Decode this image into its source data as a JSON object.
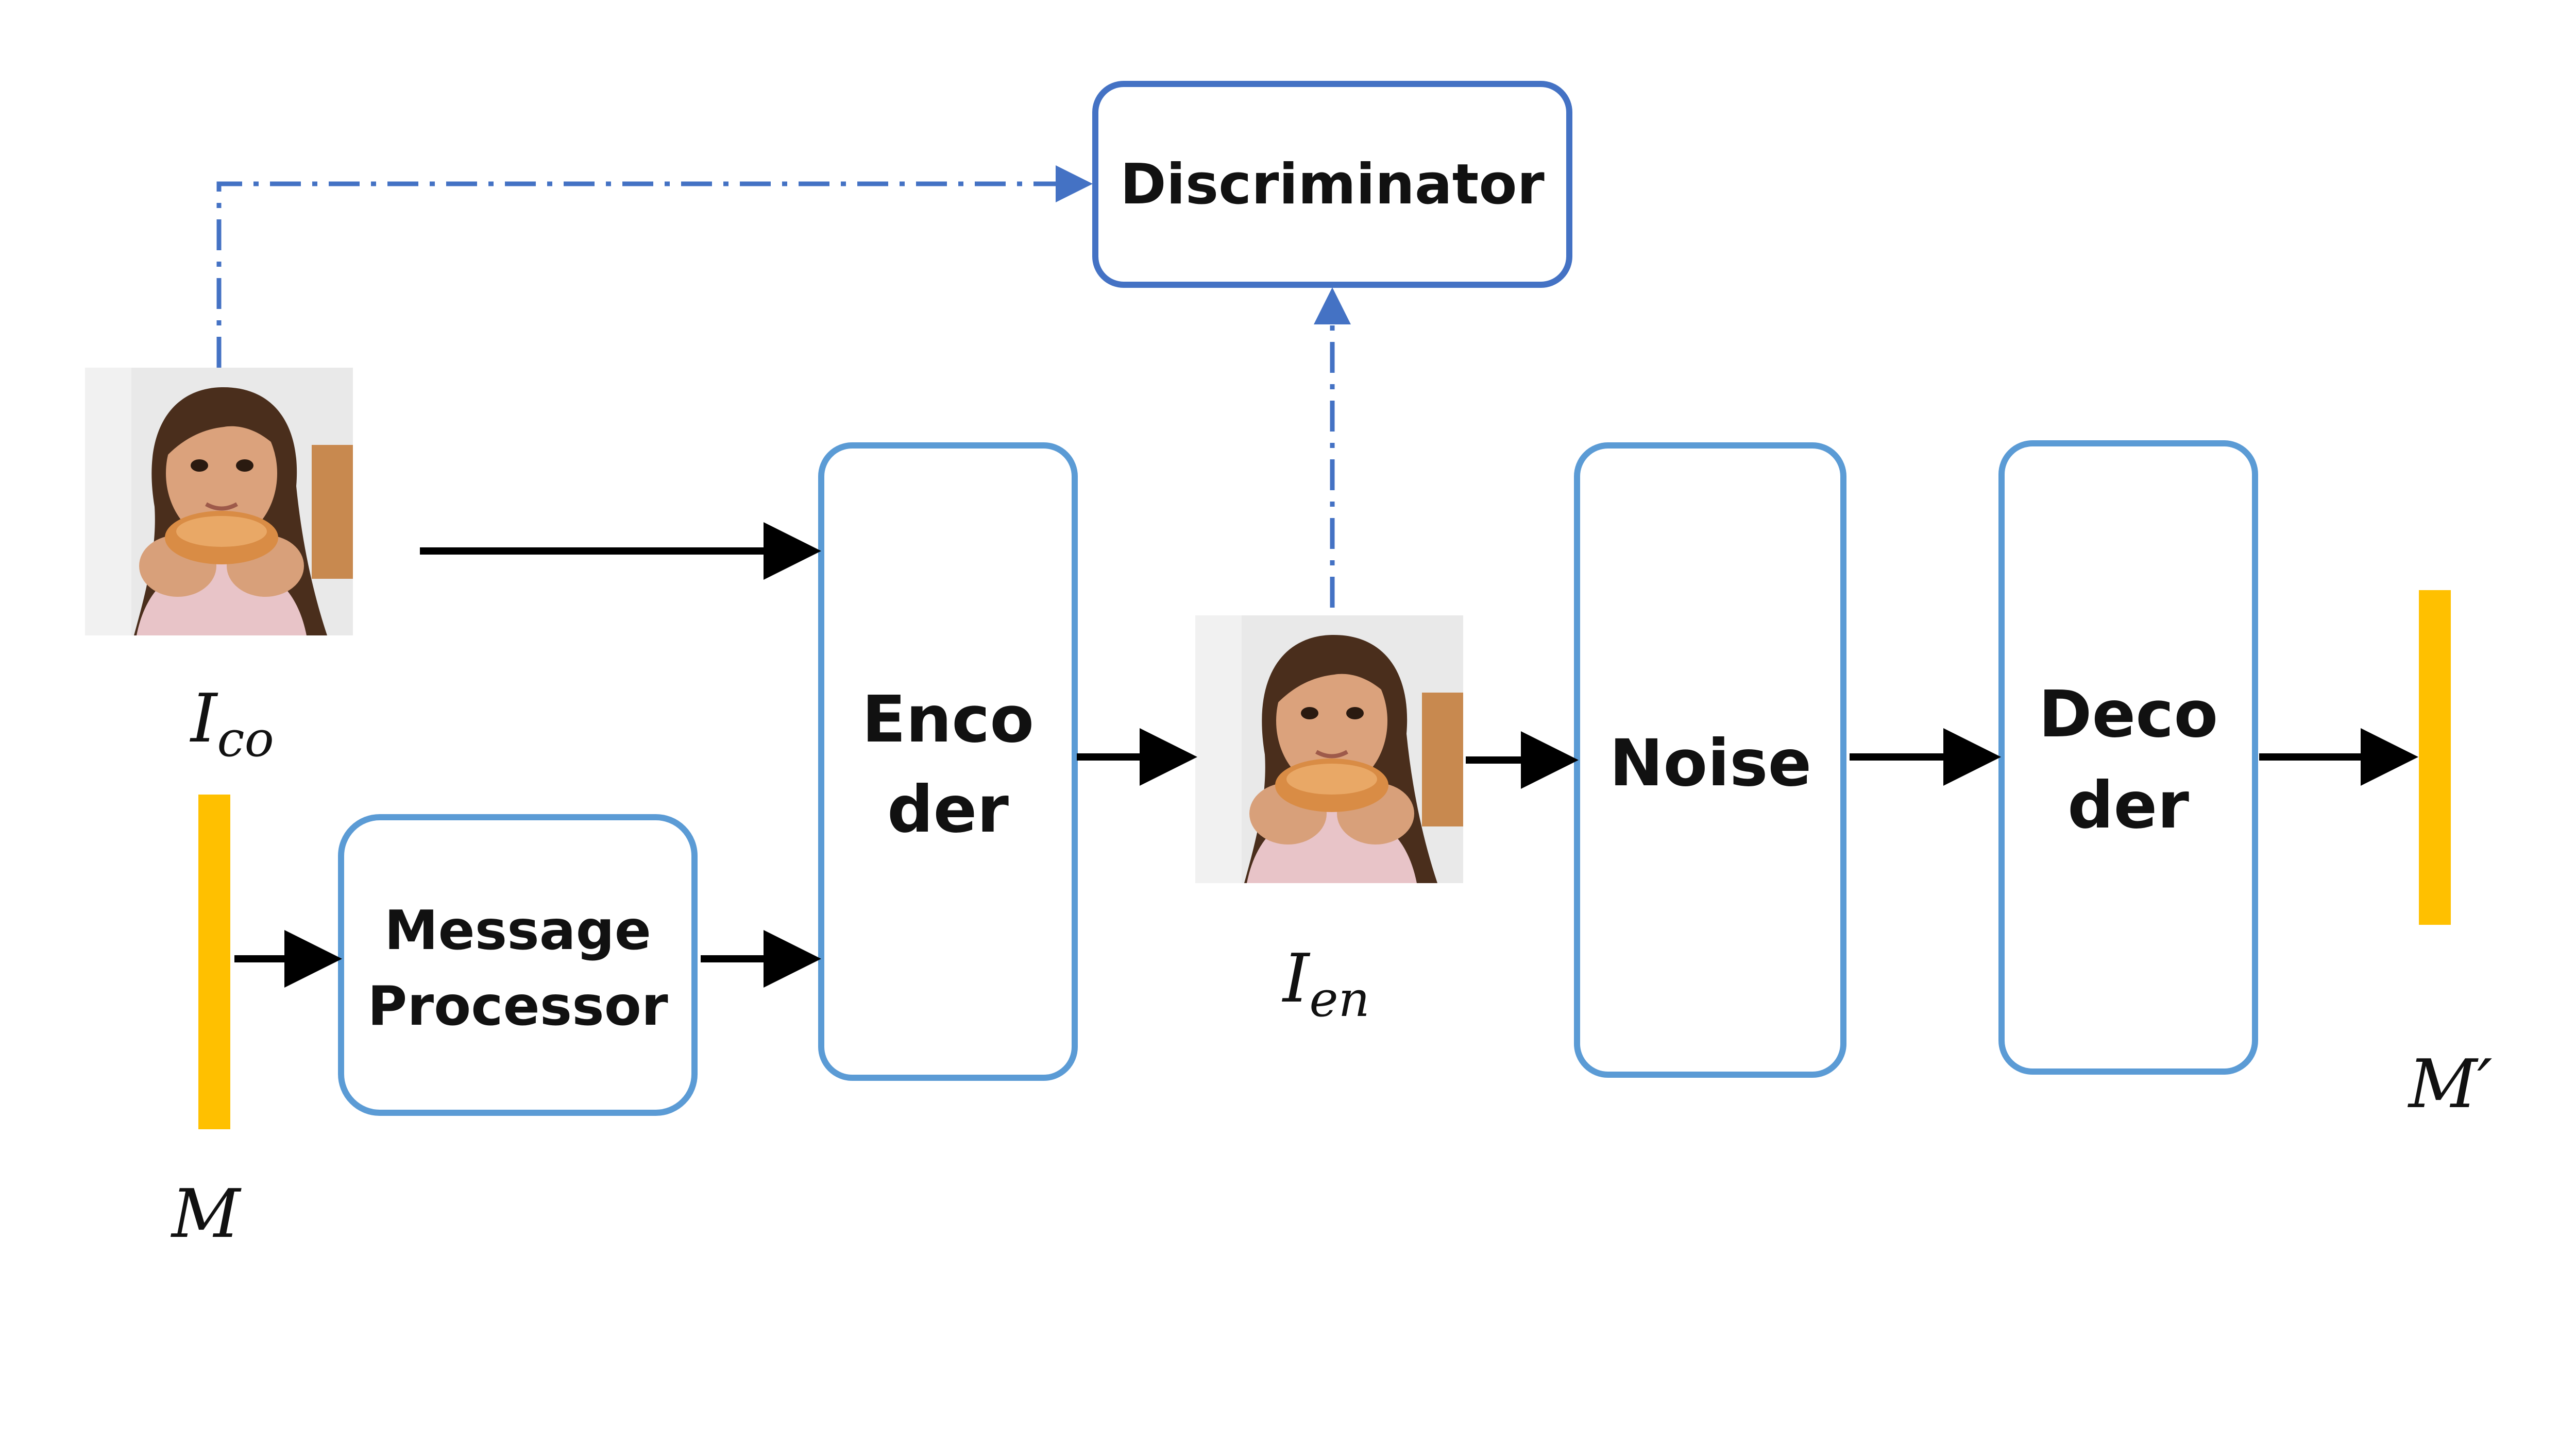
{
  "colors": {
    "module_border_light": "#5B9BD5",
    "module_border_dark": "#4472C4",
    "message_bar": "#FFC000",
    "solid_arrow": "#000000",
    "dashdot_arrow": "#4472C4",
    "photo_background": "#E9E9E9",
    "photo_skin": "#D8A07A",
    "photo_hair": "#4A2E1C",
    "photo_bread": "#D98C45",
    "photo_clothing": "#E8C4C8"
  },
  "modules": {
    "discriminator": "Discriminator",
    "encoder_line1": "Enco",
    "encoder_line2": "der",
    "noise": "Noise",
    "decoder_line1": "Deco",
    "decoder_line2": "der",
    "message_processor_line1": "Message",
    "message_processor_line2": "Processor"
  },
  "labels": {
    "cover_image_main": "I",
    "cover_image_sub": "co",
    "encoded_image_main": "I",
    "encoded_image_sub": "en",
    "message": "M",
    "decoded_message": "M′"
  },
  "images": {
    "cover_image": "photo-girl-eating-bread",
    "encoded_image": "photo-girl-eating-bread"
  }
}
